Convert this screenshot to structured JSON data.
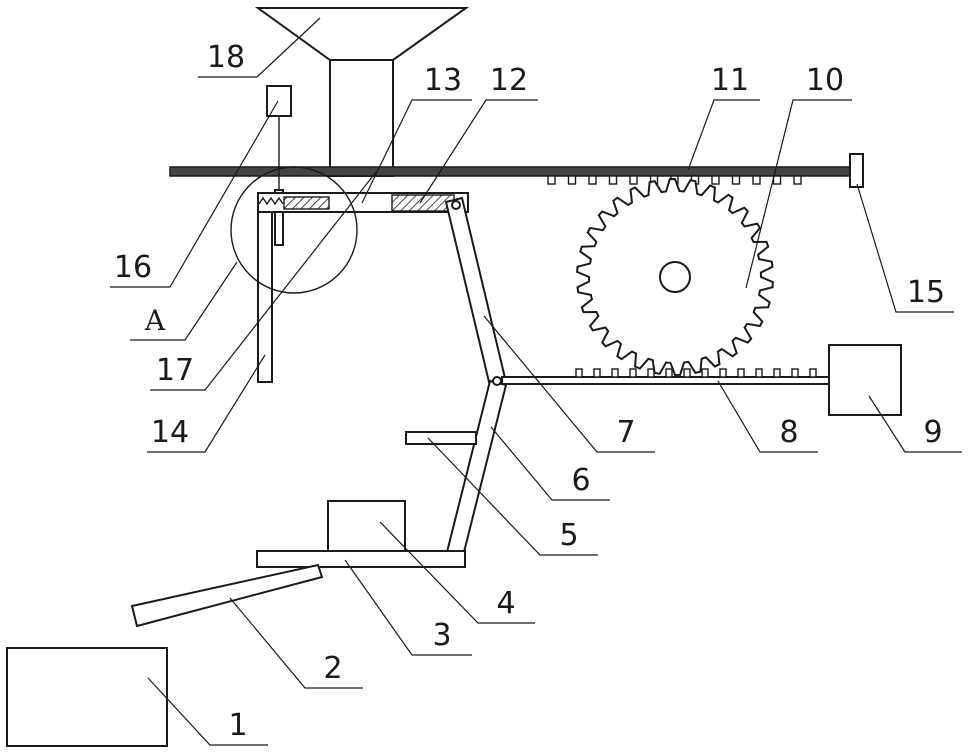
{
  "diagram": {
    "labels": {
      "p1": "1",
      "p2": "2",
      "p3": "3",
      "p4": "4",
      "p5": "5",
      "p6": "6",
      "p7": "7",
      "p8": "8",
      "p9": "9",
      "p10": "10",
      "p11": "11",
      "p12": "12",
      "p13": "13",
      "p14": "14",
      "p15": "15",
      "p16": "16",
      "p17": "17",
      "p18": "18",
      "detail": "A"
    }
  }
}
